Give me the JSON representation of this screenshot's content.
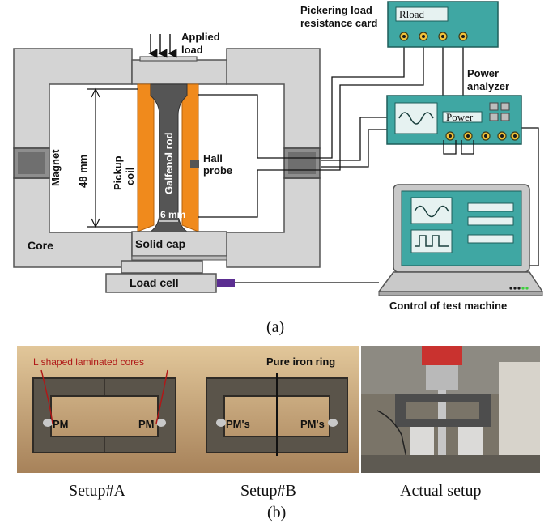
{
  "panel_a": {
    "labels": {
      "applied_load": "Applied\nload",
      "pickering": "Pickering load\nresistance card",
      "rload": "Rload",
      "power_analyzer": "Power\nanalyzer",
      "power": "Power",
      "magnet": "Magnet",
      "height": "48 mm",
      "pickup_coil": "Pickup\ncoil",
      "galfenol_rod": "Galfenol rod",
      "hall_probe": "Hall\nprobe",
      "width": "6 mm",
      "core": "Core",
      "solid_cap": "Solid cap",
      "load_cell": "Load cell",
      "control": "Control of test machine"
    },
    "caption": "(a)"
  },
  "panel_b": {
    "setup_a": {
      "annotation": "L shaped laminated cores",
      "pm_left": "PM",
      "pm_right": "PM",
      "caption": "Setup#A"
    },
    "setup_b": {
      "annotation": "Pure iron ring",
      "pm_left": "PM's",
      "pm_right": "PM's",
      "caption": "Setup#B"
    },
    "actual": {
      "caption": "Actual setup"
    },
    "caption": "(b)"
  },
  "colors": {
    "core_fill": "#d4d4d4",
    "core_stroke": "#555555",
    "coil": "#f08a1c",
    "rod": "#555555",
    "instrument_teal": "#3fa7a3",
    "laptop": "#c9c9c9",
    "load_cell_connector": "#5b2e91"
  }
}
